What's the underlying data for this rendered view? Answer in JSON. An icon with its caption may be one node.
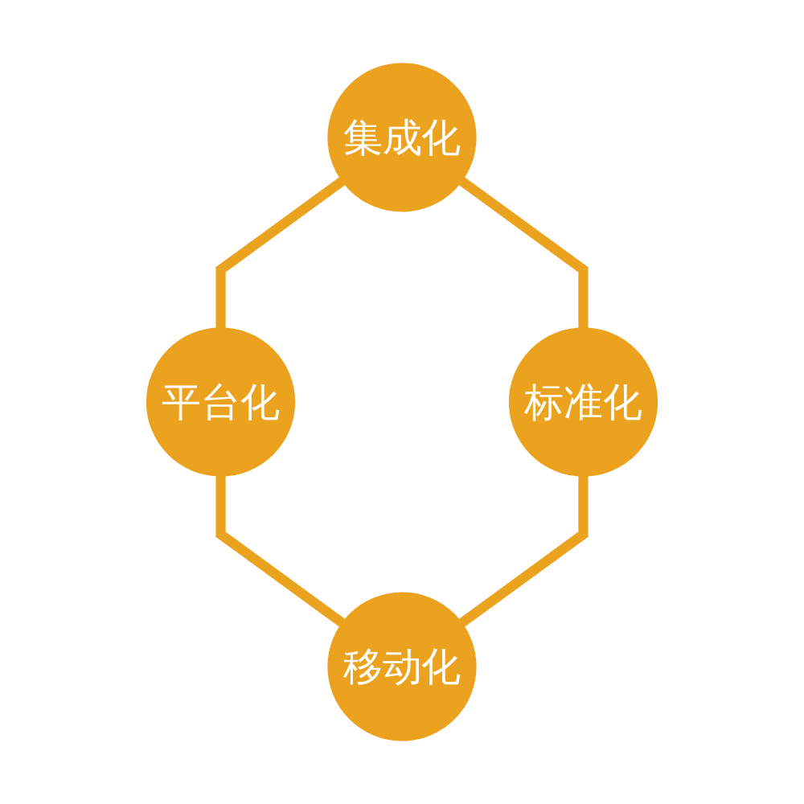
{
  "diagram": {
    "nodes": [
      {
        "text": [
          "集成化"
        ]
      },
      {
        "text": [
          "平台化"
        ]
      },
      {
        "text": [
          "标准化"
        ]
      },
      {
        "text": [
          "移动化"
        ]
      }
    ],
    "edges": [
      {
        "from": 0,
        "to": 1,
        "arrow": "none"
      },
      {
        "from": 0,
        "to": 2,
        "arrow": "none"
      },
      {
        "from": 1,
        "to": 3,
        "arrow": "none"
      },
      {
        "from": 2,
        "to": 3,
        "arrow": "none"
      }
    ]
  }
}
